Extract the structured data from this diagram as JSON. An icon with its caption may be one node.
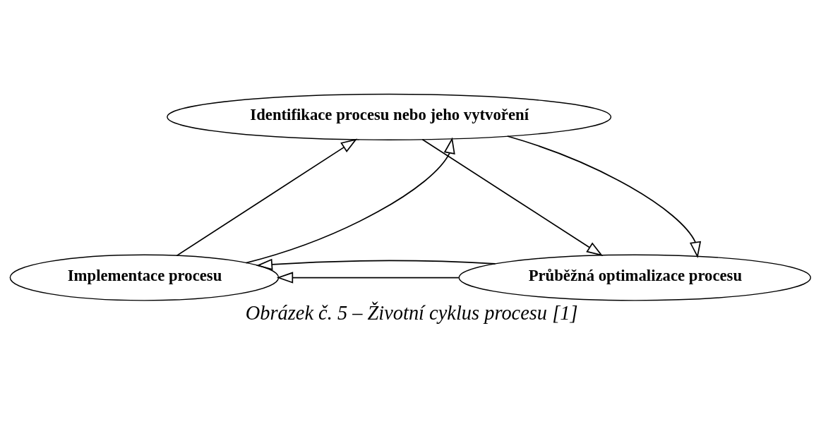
{
  "diagram": {
    "caption": "Obrázek č. 5 – Životní cyklus procesu [1]",
    "nodes": [
      {
        "text": [
          "Identifikace procesu nebo jeho vytvoření"
        ]
      },
      {
        "text": [
          "Implementace procesu"
        ]
      },
      {
        "text": [
          "Průběžná optimalizace procesu"
        ]
      }
    ],
    "edges": [
      {
        "from": 1,
        "to": 0,
        "arrow": "to"
      },
      {
        "from": 1,
        "to": 0,
        "arrow": "to"
      },
      {
        "from": 0,
        "to": 2,
        "arrow": "to"
      },
      {
        "from": 0,
        "to": 2,
        "arrow": "to"
      },
      {
        "from": 2,
        "to": 1,
        "arrow": "to"
      },
      {
        "from": 2,
        "to": 1,
        "arrow": "to"
      }
    ]
  }
}
